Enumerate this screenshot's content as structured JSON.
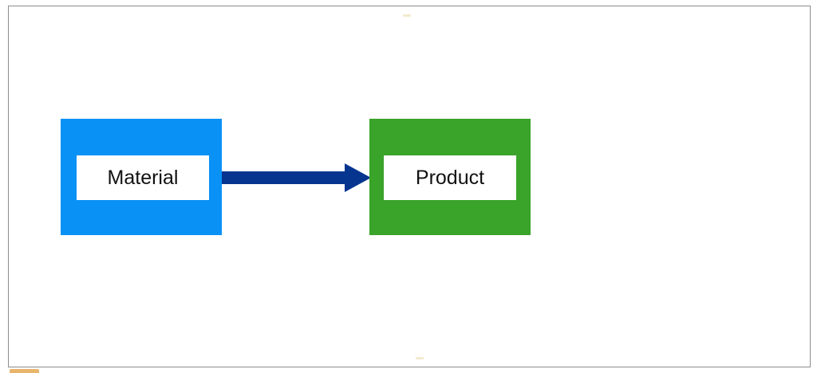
{
  "diagram": {
    "nodes": [
      {
        "id": "material",
        "label": "Material",
        "color": "#0a91f5"
      },
      {
        "id": "product",
        "label": "Product",
        "color": "#3aa32a"
      }
    ],
    "edges": [
      {
        "from": "material",
        "to": "product",
        "color": "#063590"
      }
    ]
  },
  "colors": {
    "frame_border": "#8c8c8c",
    "marker": "#f3ead0",
    "corner_tab": "#e8b56b"
  }
}
